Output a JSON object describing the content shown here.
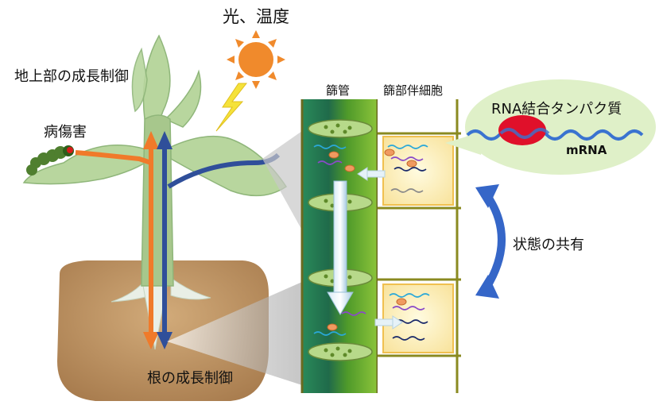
{
  "labels": {
    "light_temperature": "光、温度",
    "above_ground_growth": "地上部の成長制御",
    "disease_damage": "病傷害",
    "root_growth": "根の成長制御",
    "sieve_tube": "篩管",
    "companion_cell": "篩部伴細胞",
    "rna_binding_protein": "RNA結合タンパク質",
    "mrna": "mRNA",
    "state_sharing": "状態の共有"
  },
  "colors": {
    "sun": "#f08a2c",
    "lightning": "#f5e23a",
    "leaf": "#b7d59a",
    "stem": "#a9c98e",
    "soil": "#c29a6a",
    "phloem_dark": "#1f7a3a",
    "phloem_light": "#8ec03c",
    "companion_fill": "#fff6c2",
    "orange_arrow": "#f07a2a",
    "blue_arrow": "#2f4f9a",
    "bubble": "#dff0c8",
    "protein": "#e0102a",
    "mrna_strand": "#3a73d0",
    "state_arrow": "#3566c8"
  },
  "icons": [
    "sun-icon",
    "lightning-icon",
    "caterpillar-icon",
    "plant-illustration",
    "double-arrow-icon"
  ]
}
